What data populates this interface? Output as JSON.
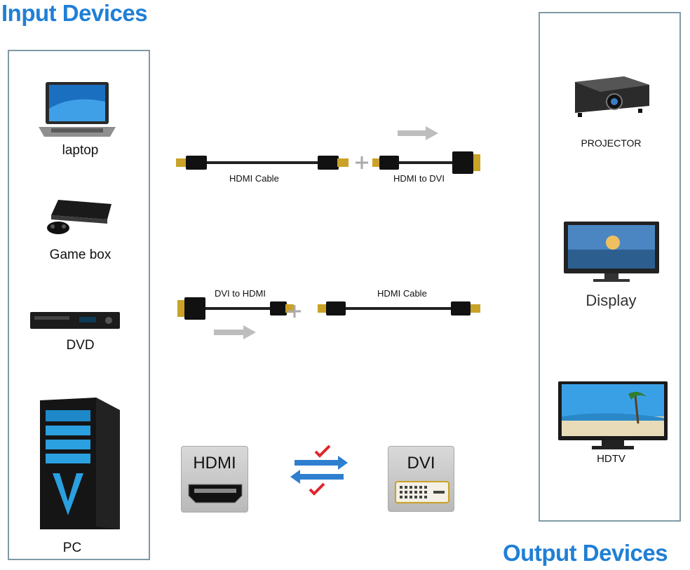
{
  "titles": {
    "input": "Input Devices",
    "output": "Output Devices"
  },
  "input_devices": [
    {
      "label": "laptop",
      "icon": "laptop-icon"
    },
    {
      "label": "Game box",
      "icon": "game-console-icon"
    },
    {
      "label": "DVD",
      "icon": "dvd-player-icon"
    },
    {
      "label": "PC",
      "icon": "pc-tower-icon"
    }
  ],
  "output_devices": [
    {
      "label": "PROJECTOR",
      "icon": "projector-icon"
    },
    {
      "label": "Display",
      "icon": "monitor-icon"
    },
    {
      "label": "HDTV",
      "icon": "tv-icon"
    }
  ],
  "connections": {
    "row1": {
      "cable": "HDMI Cable",
      "adapter": "HDMI to DVI"
    },
    "row2": {
      "adapter": "DVI to HDMI",
      "cable": "HDMI Cable"
    }
  },
  "ports": {
    "left": "HDMI",
    "right": "DVI"
  },
  "colors": {
    "heading": "#1f7fd6",
    "panel_border": "#7f9aa6",
    "check": "#e0262d",
    "arrow": "#2f7fd0"
  }
}
